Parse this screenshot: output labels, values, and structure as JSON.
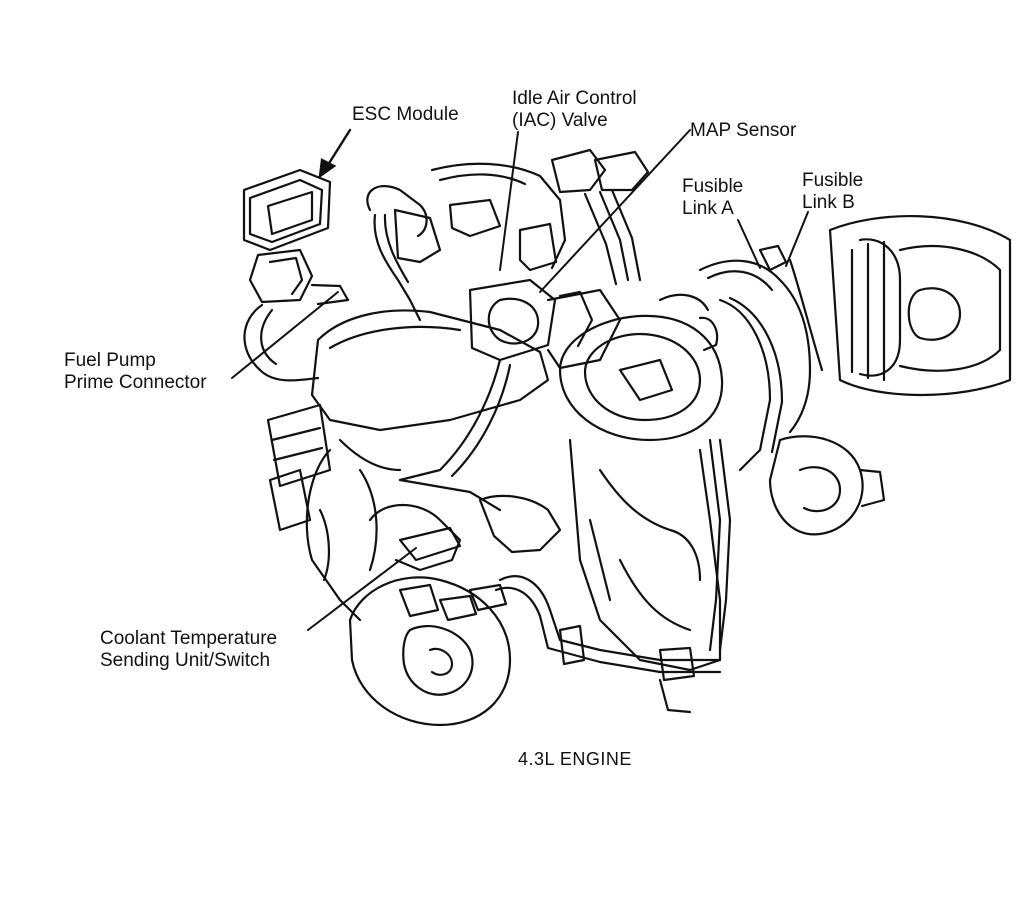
{
  "labels": {
    "esc_module": "ESC Module",
    "iac_line1": "Idle Air Control",
    "iac_line2": "(IAC) Valve",
    "map_sensor": "MAP Sensor",
    "fusible_a_line1": "Fusible",
    "fusible_a_line2": "Link A",
    "fusible_b_line1": "Fusible",
    "fusible_b_line2": "Link B",
    "fuel_pump_line1": "Fuel Pump",
    "fuel_pump_line2": "Prime Connector",
    "coolant_line1": "Coolant Temperature",
    "coolant_line2": "Sending Unit/Switch"
  },
  "caption": "4.3L ENGINE",
  "colors": {
    "ink": "#111111",
    "paper": "#ffffff"
  }
}
